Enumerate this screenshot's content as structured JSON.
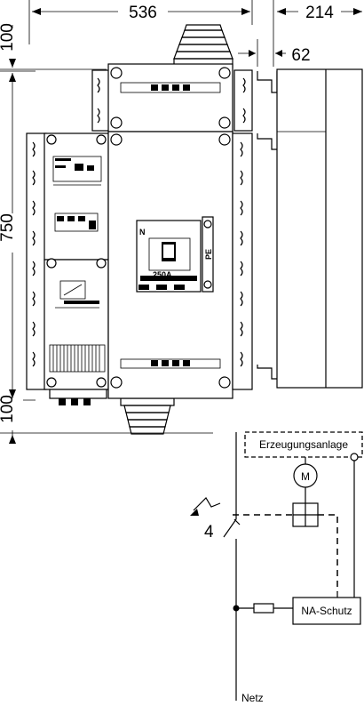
{
  "dimensions": {
    "width_main": "536",
    "width_side": "214",
    "depth_small": "62",
    "height_top": "100",
    "height_main": "750",
    "height_bottom": "100"
  },
  "components": {
    "neutral_label": "N",
    "pe_label": "PE",
    "breaker_rating": "250A"
  },
  "schematic": {
    "generation_plant": "Erzeugungsanlage",
    "motor_symbol": "M",
    "switch_number": "4",
    "na_protection": "NA-Schutz",
    "grid": "Netz"
  }
}
